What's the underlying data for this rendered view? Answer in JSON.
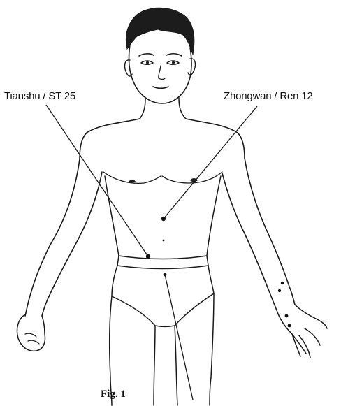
{
  "labels": {
    "tianshu": "Tianshu / ST 25",
    "zhongwan": "Zhongwan / Ren 12"
  },
  "caption": "Fig. 1"
}
